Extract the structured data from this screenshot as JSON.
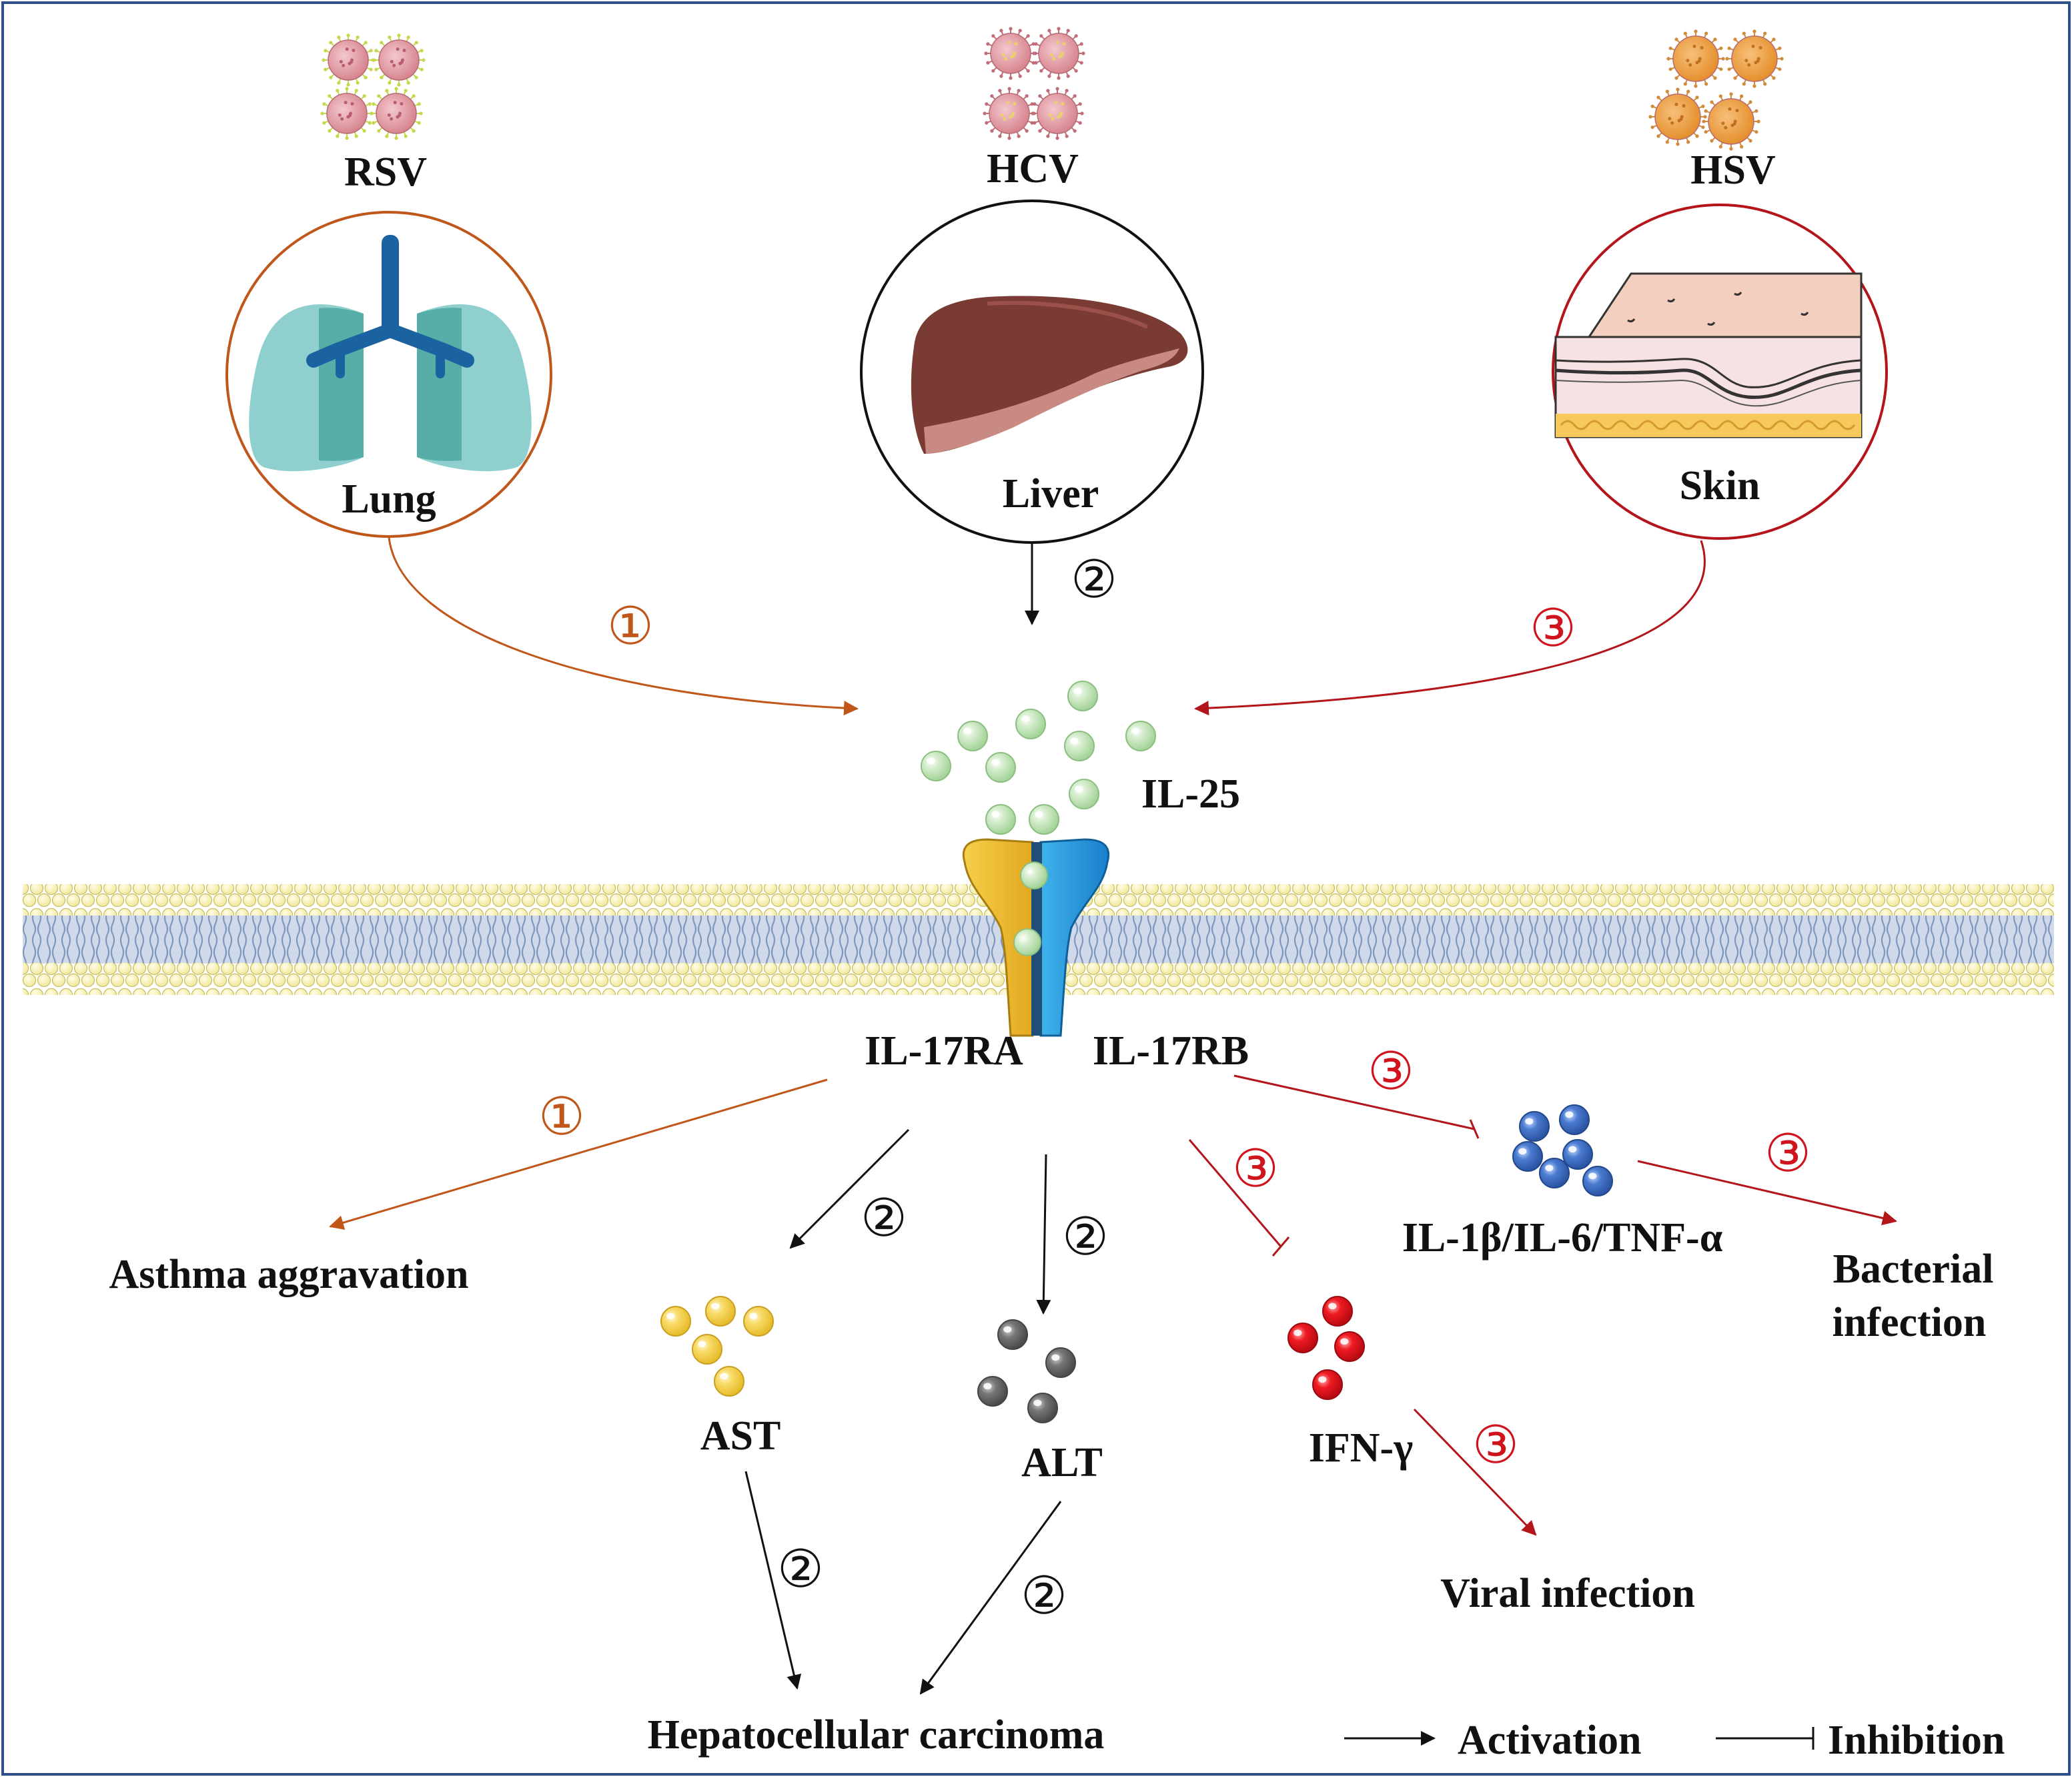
{
  "viruses": {
    "rsv": "RSV",
    "hcv": "HCV",
    "hsv": "HSV"
  },
  "organs": {
    "lung": "Lung",
    "liver": "Liver",
    "skin": "Skin"
  },
  "cytokine": "IL-25",
  "receptors": {
    "ra": "IL-17RA",
    "rb": "IL-17RB"
  },
  "outcomes": {
    "asthma": "Asthma aggravation",
    "ast": "AST",
    "alt": "ALT",
    "ifn": "IFN-γ",
    "il1": "IL-1β/IL-6/TNF-α",
    "bacterial_1": "Bacterial",
    "bacterial_2": "infection",
    "viral": "Viral infection",
    "hcc": "Hepatocellular carcinoma"
  },
  "pathway_marks": {
    "one": "①",
    "two": "②",
    "three": "③"
  },
  "legend": {
    "activation": "Activation",
    "inhibition": "Inhibition"
  },
  "colors": {
    "pathway_1": "#c0561a",
    "pathway_2": "#111111",
    "pathway_3": "#d0141e",
    "il25": "#b9dfb0",
    "ast": "#f6d255",
    "alt": "#6f6f6f",
    "ifn": "#e8111b",
    "il1": "#3e6fc4"
  }
}
